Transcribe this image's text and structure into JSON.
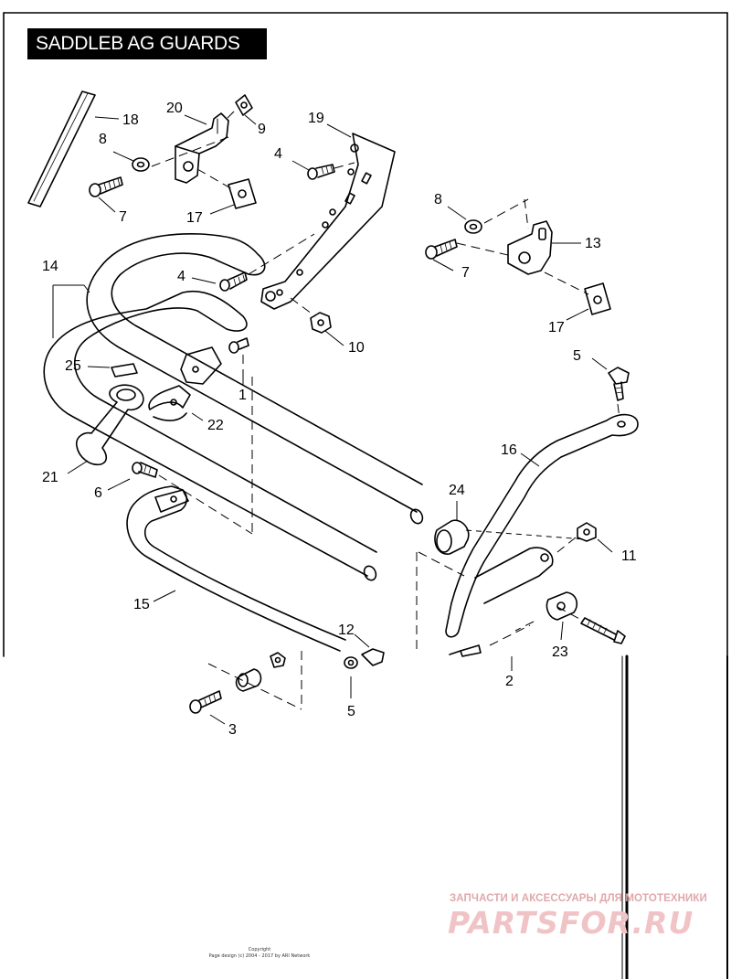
{
  "title": "SADDLEB AG GUARDS",
  "callouts": [
    "18",
    "20",
    "9",
    "19",
    "8",
    "4",
    "7",
    "17",
    "8",
    "13",
    "7",
    "14",
    "4",
    "17",
    "10",
    "5",
    "25",
    "1",
    "22",
    "16",
    "21",
    "6",
    "24",
    "11",
    "15",
    "23",
    "12",
    "2",
    "5",
    "3"
  ],
  "watermark": {
    "tagline": "ЗАПЧАСТИ И АКСЕССУАРЫ ДЛЯ МОТОТЕХНИКИ",
    "logo": "PARTSFOR.RU"
  },
  "copyright": {
    "line1": "Copyright",
    "line2": "Page design (c) 2004 - 2017 by ARI Network"
  },
  "colors": {
    "line": "#000000",
    "title_bg": "#000000",
    "title_text": "#ffffff",
    "watermark": "#e8a9ac"
  }
}
